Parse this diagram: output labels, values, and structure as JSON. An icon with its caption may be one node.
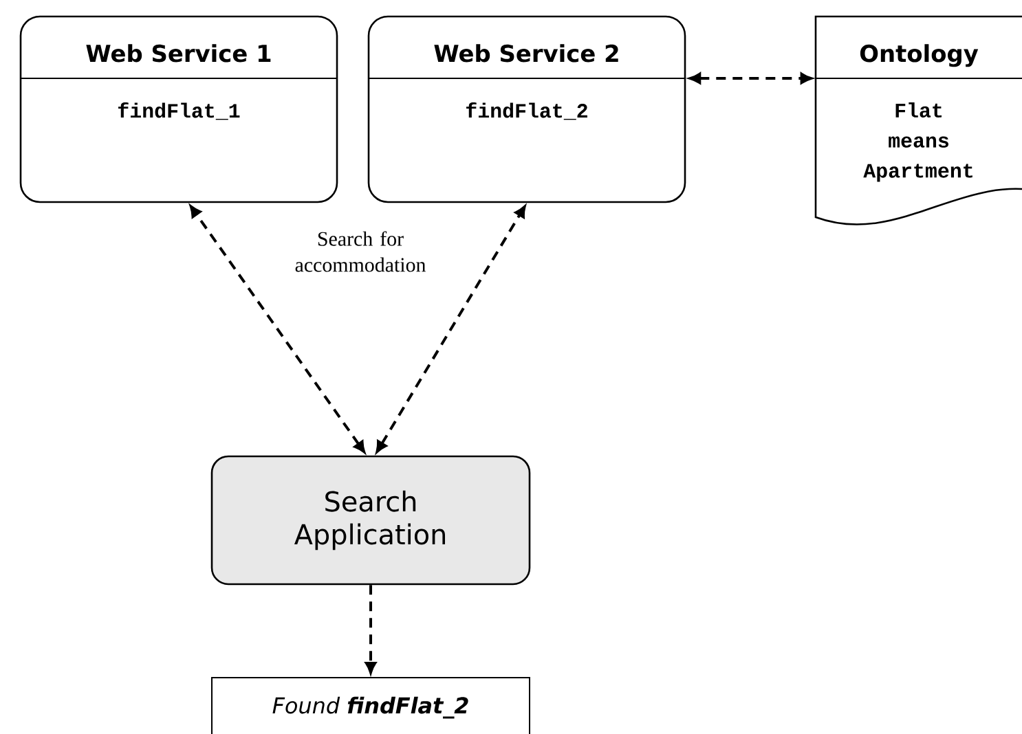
{
  "diagram": {
    "nodes": [
      {
        "text": [
          "Web Service 1",
          "findFlat_1"
        ]
      },
      {
        "text": [
          "Web Service 2",
          "findFlat_2"
        ]
      },
      {
        "text": [
          "Ontology",
          "Flat means Apartment"
        ]
      },
      {
        "text": [
          "Search Application"
        ]
      },
      {
        "text": [
          "Found **findFlat_2**"
        ]
      }
    ],
    "edges": [
      {
        "from": 3,
        "to": 0,
        "arrow": "both",
        "style": "dashed"
      },
      {
        "from": 3,
        "to": 1,
        "arrow": "both",
        "style": "dashed"
      },
      {
        "from": 1,
        "to": 2,
        "arrow": "both",
        "style": "dashed"
      },
      {
        "from": 3,
        "to": 4,
        "arrow": "to",
        "style": "dashed"
      }
    ],
    "labels": [
      "Search for accommodation"
    ]
  }
}
